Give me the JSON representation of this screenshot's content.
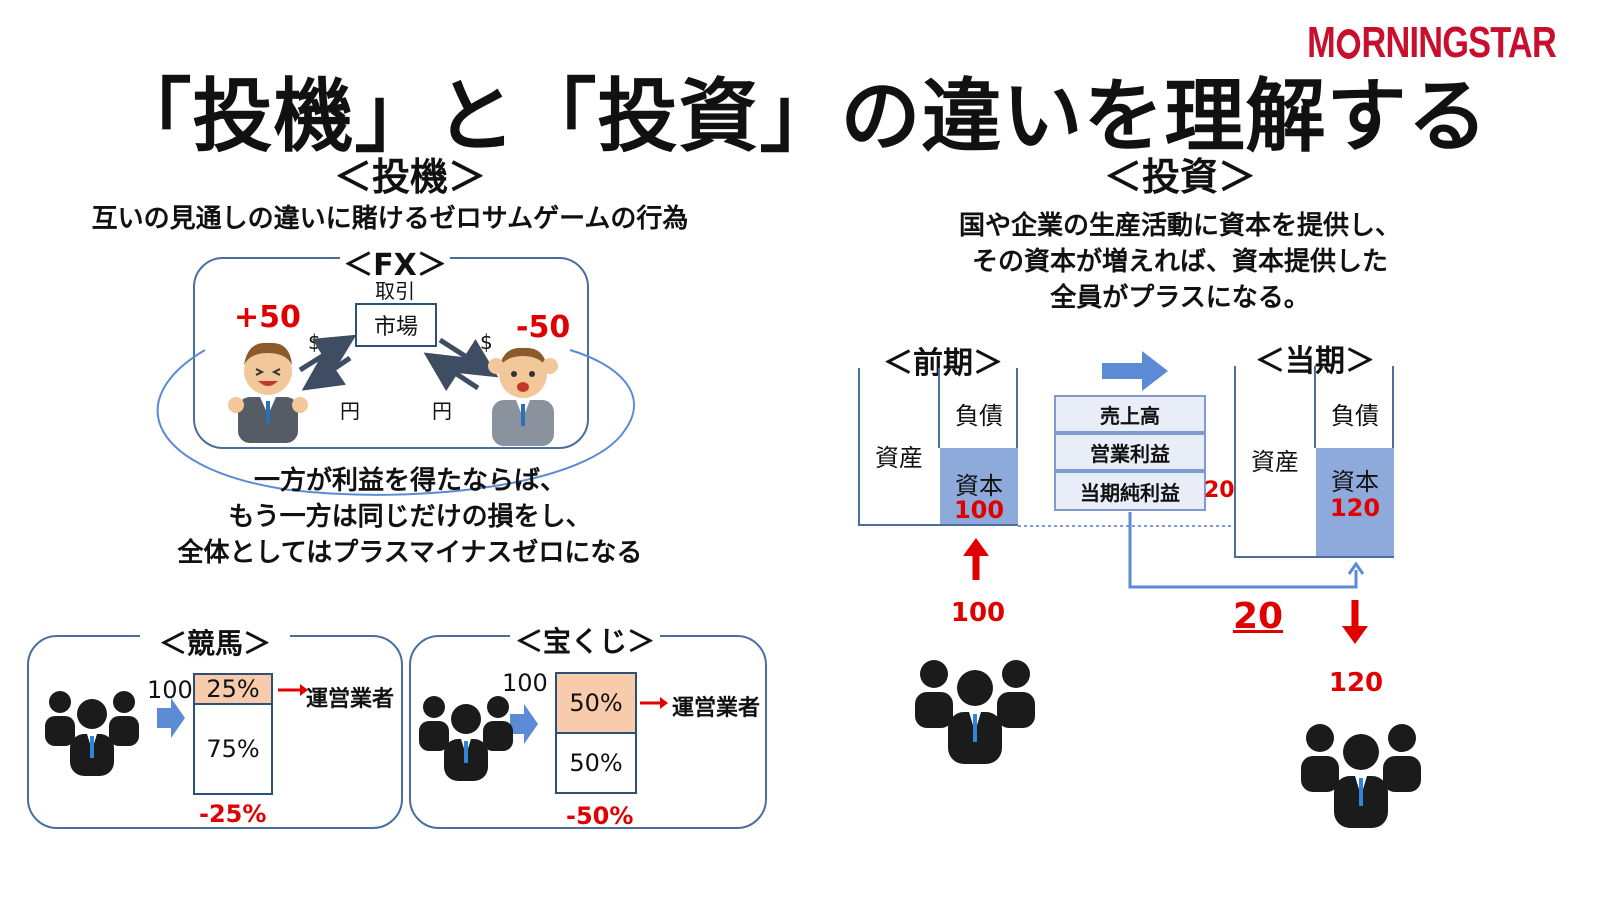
{
  "title": "「投機」と「投資」の違いを理解する",
  "logo": {
    "pre": "M",
    "post": "RNINGSTAR"
  },
  "colors": {
    "red": "#e00000",
    "blue": "#5b8bd4",
    "pink": "#f8cbad",
    "box_border": "#4a6f9c"
  },
  "speculation": {
    "heading": "＜投機＞",
    "description": "互いの見通しの違いに賭けるゼロサムゲームの行為",
    "fx": {
      "label": "＜FX＞",
      "trade": "取引",
      "market": "市場",
      "gain": "+50",
      "loss": "-50",
      "dollar": "$",
      "yen": "円"
    },
    "conclusion": [
      "一方が利益を得たならば、",
      "もう一方は同じだけの損をし、",
      "全体としてはプラスマイナスゼロになる"
    ],
    "horse_racing": {
      "label": "＜競馬＞",
      "input": "100",
      "top_pct": "25%",
      "bottom_pct": "75%",
      "operator": "運営業者",
      "result": "-25%"
    },
    "lottery": {
      "label": "＜宝くじ＞",
      "input": "100",
      "top_pct": "50%",
      "bottom_pct": "50%",
      "operator": "運営業者",
      "result": "-50%"
    }
  },
  "investment": {
    "heading": "＜投資＞",
    "description": [
      "国や企業の生産活動に資本を提供し、",
      "その資本が増えれば、資本提供した",
      "全員がプラスになる。"
    ],
    "previous": {
      "label": "＜前期＞",
      "assets": "資産",
      "liabilities": "負債",
      "capital": "資本",
      "capital_value": "100"
    },
    "current": {
      "label": "＜当期＞",
      "assets": "資産",
      "liabilities": "負債",
      "capital": "資本",
      "capital_value": "120"
    },
    "income": {
      "sales": "売上高",
      "operating_profit": "営業利益",
      "net_income": "当期純利益",
      "net_income_value": "20"
    },
    "invested": "100",
    "growth": "20",
    "returned": "120"
  }
}
